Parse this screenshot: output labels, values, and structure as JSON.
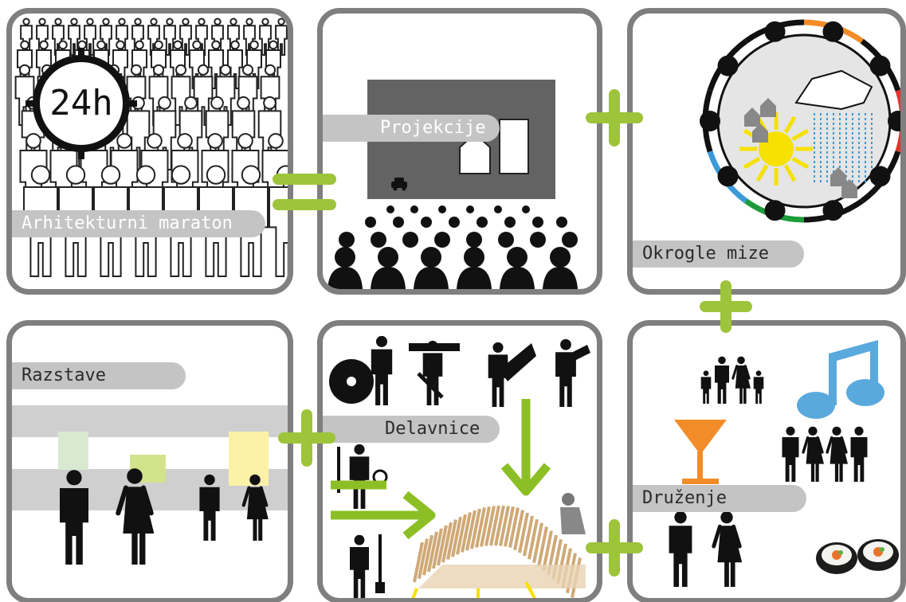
{
  "panels": {
    "maraton": {
      "label": "Arhitekturni maraton",
      "badge": "24h"
    },
    "projekcije": {
      "label": "Projekcije"
    },
    "okrogle_mize": {
      "label": "Okrogle mize"
    },
    "razstave": {
      "label": "Razstave"
    },
    "delavnice": {
      "label": "Delavnice"
    },
    "druzenje": {
      "label": "Druženje"
    }
  },
  "colors": {
    "border": "#7f7f7f",
    "label_pill": "#c4c4c4",
    "connector_green": "#9dc43a",
    "arrow_green": "#8cbf26",
    "note_blue": "#5aa9dd",
    "glass_orange": "#f28c28",
    "sun_yellow": "#f6e100",
    "rain_blue": "#3b9ad8"
  }
}
